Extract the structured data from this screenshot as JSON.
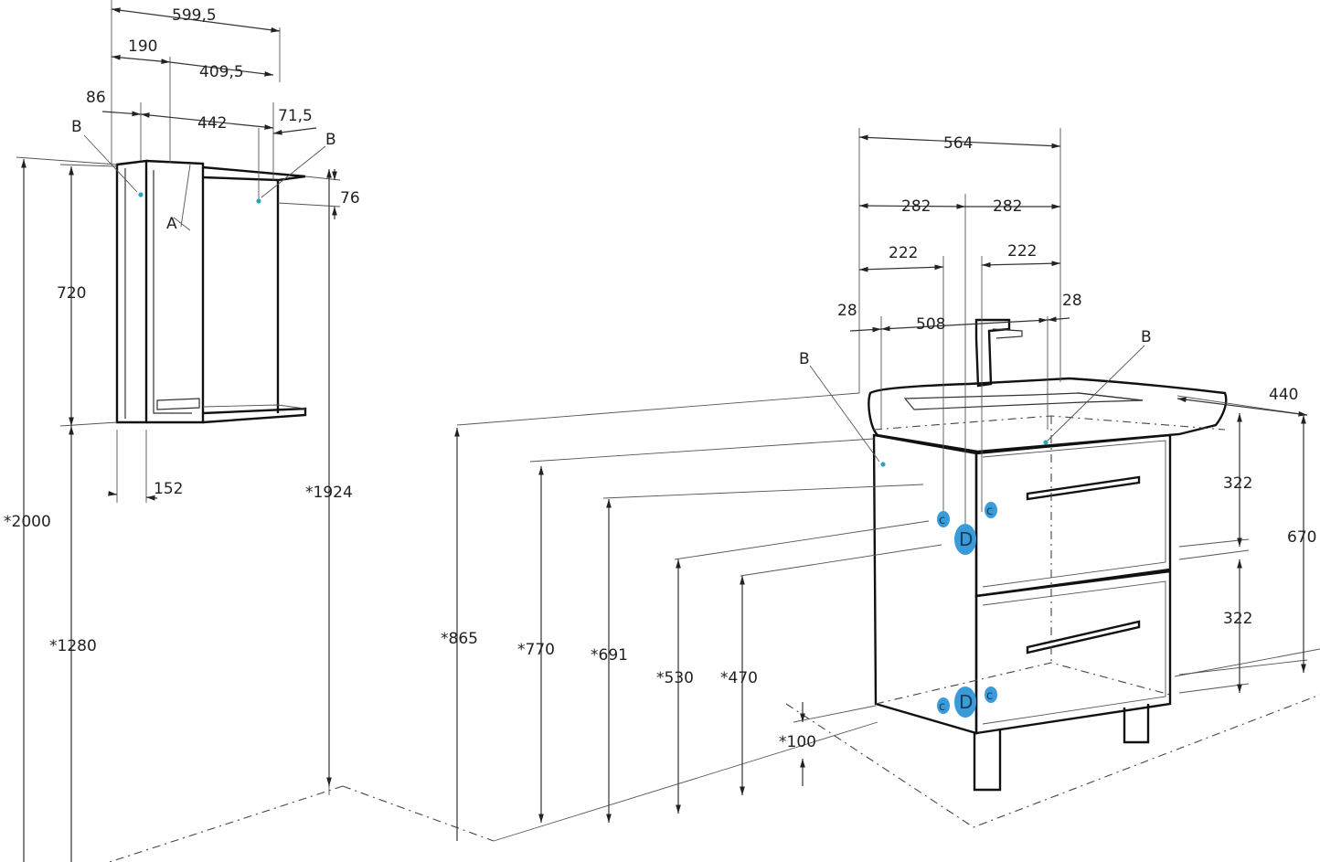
{
  "mirror_cabinet": {
    "dims": {
      "w_total": "599,5",
      "w_190": "190",
      "w_4095": "409,5",
      "w_86": "86",
      "w_442": "442",
      "w_715": "71,5",
      "h_720": "720",
      "d_76": "76",
      "w_152": "152",
      "h_2000": "*2000",
      "h_1280": "*1280",
      "h_1924": "*1924"
    },
    "labels": {
      "b_left": "B",
      "b_right": "B",
      "a": "A"
    }
  },
  "vanity": {
    "dims": {
      "w_564": "564",
      "w_282a": "282",
      "w_282b": "282",
      "w_222a": "222",
      "w_222b": "222",
      "w_28a": "28",
      "w_28b": "28",
      "w_508": "508",
      "d_440": "440",
      "h_322a": "322",
      "h_322b": "322",
      "h_670": "670",
      "h_865": "*865",
      "h_770": "*770",
      "h_691": "*691",
      "h_530": "*530",
      "h_470": "*470",
      "h_100": "*100"
    },
    "labels": {
      "b_left": "B",
      "b_right": "B",
      "c1": "c",
      "c2": "c",
      "c3": "c",
      "c4": "c",
      "d1": "D",
      "d2": "D"
    }
  },
  "colors": {
    "marker": "#3a9bd9",
    "marker_dark": "#1f6fa8",
    "point": "#2aa6b8"
  }
}
